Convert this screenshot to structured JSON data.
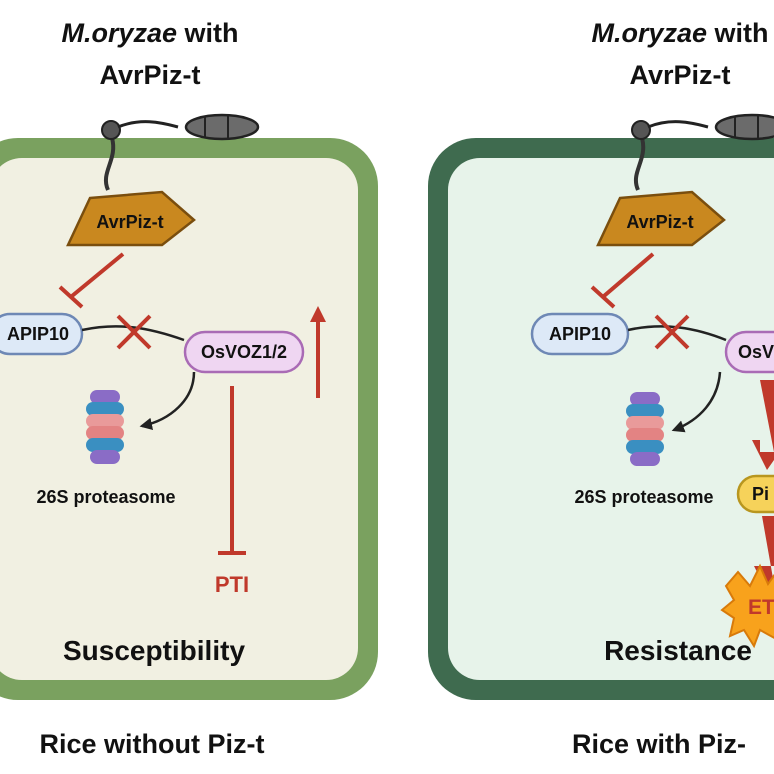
{
  "left_panel": {
    "pathogen_species": "M.oryzae",
    "pathogen_with": " with",
    "effector_title": "AvrPiz-t",
    "effector_label": "AvrPiz-t",
    "apip_label": "APIP10",
    "osvoz_label": "OsVOZ1/2",
    "proteasome_label": "26S proteasome",
    "pti_label": "PTI",
    "outcome": "Susceptibility",
    "caption": "Rice without Piz-t"
  },
  "right_panel": {
    "pathogen_species": "M.oryzae",
    "pathogen_with": " with",
    "effector_title": "AvrPiz-t",
    "effector_label": "AvrPiz-t",
    "apip_label": "APIP10",
    "osvoz_label": "OsV",
    "proteasome_label": "26S proteasome",
    "piz_label": "Pi",
    "eti_label": "ET",
    "outcome": "Resistance",
    "caption": "Rice with Piz-"
  },
  "colors": {
    "left_cell_wall": "#7aa15f",
    "left_cell_fill": "#f1f0e2",
    "right_cell_wall": "#3f6b4f",
    "right_cell_fill": "#e7f3ea",
    "effector_fill": "#c9881f",
    "apip_fill": "#dde9f7",
    "apip_stroke": "#6e88b5",
    "osvoz_fill": "#efd6f2",
    "osvoz_stroke": "#a96bb5",
    "inhibit_red": "#c0392b",
    "piz_fill": "#f6d25a",
    "eti_fill": "#f8a21c"
  }
}
